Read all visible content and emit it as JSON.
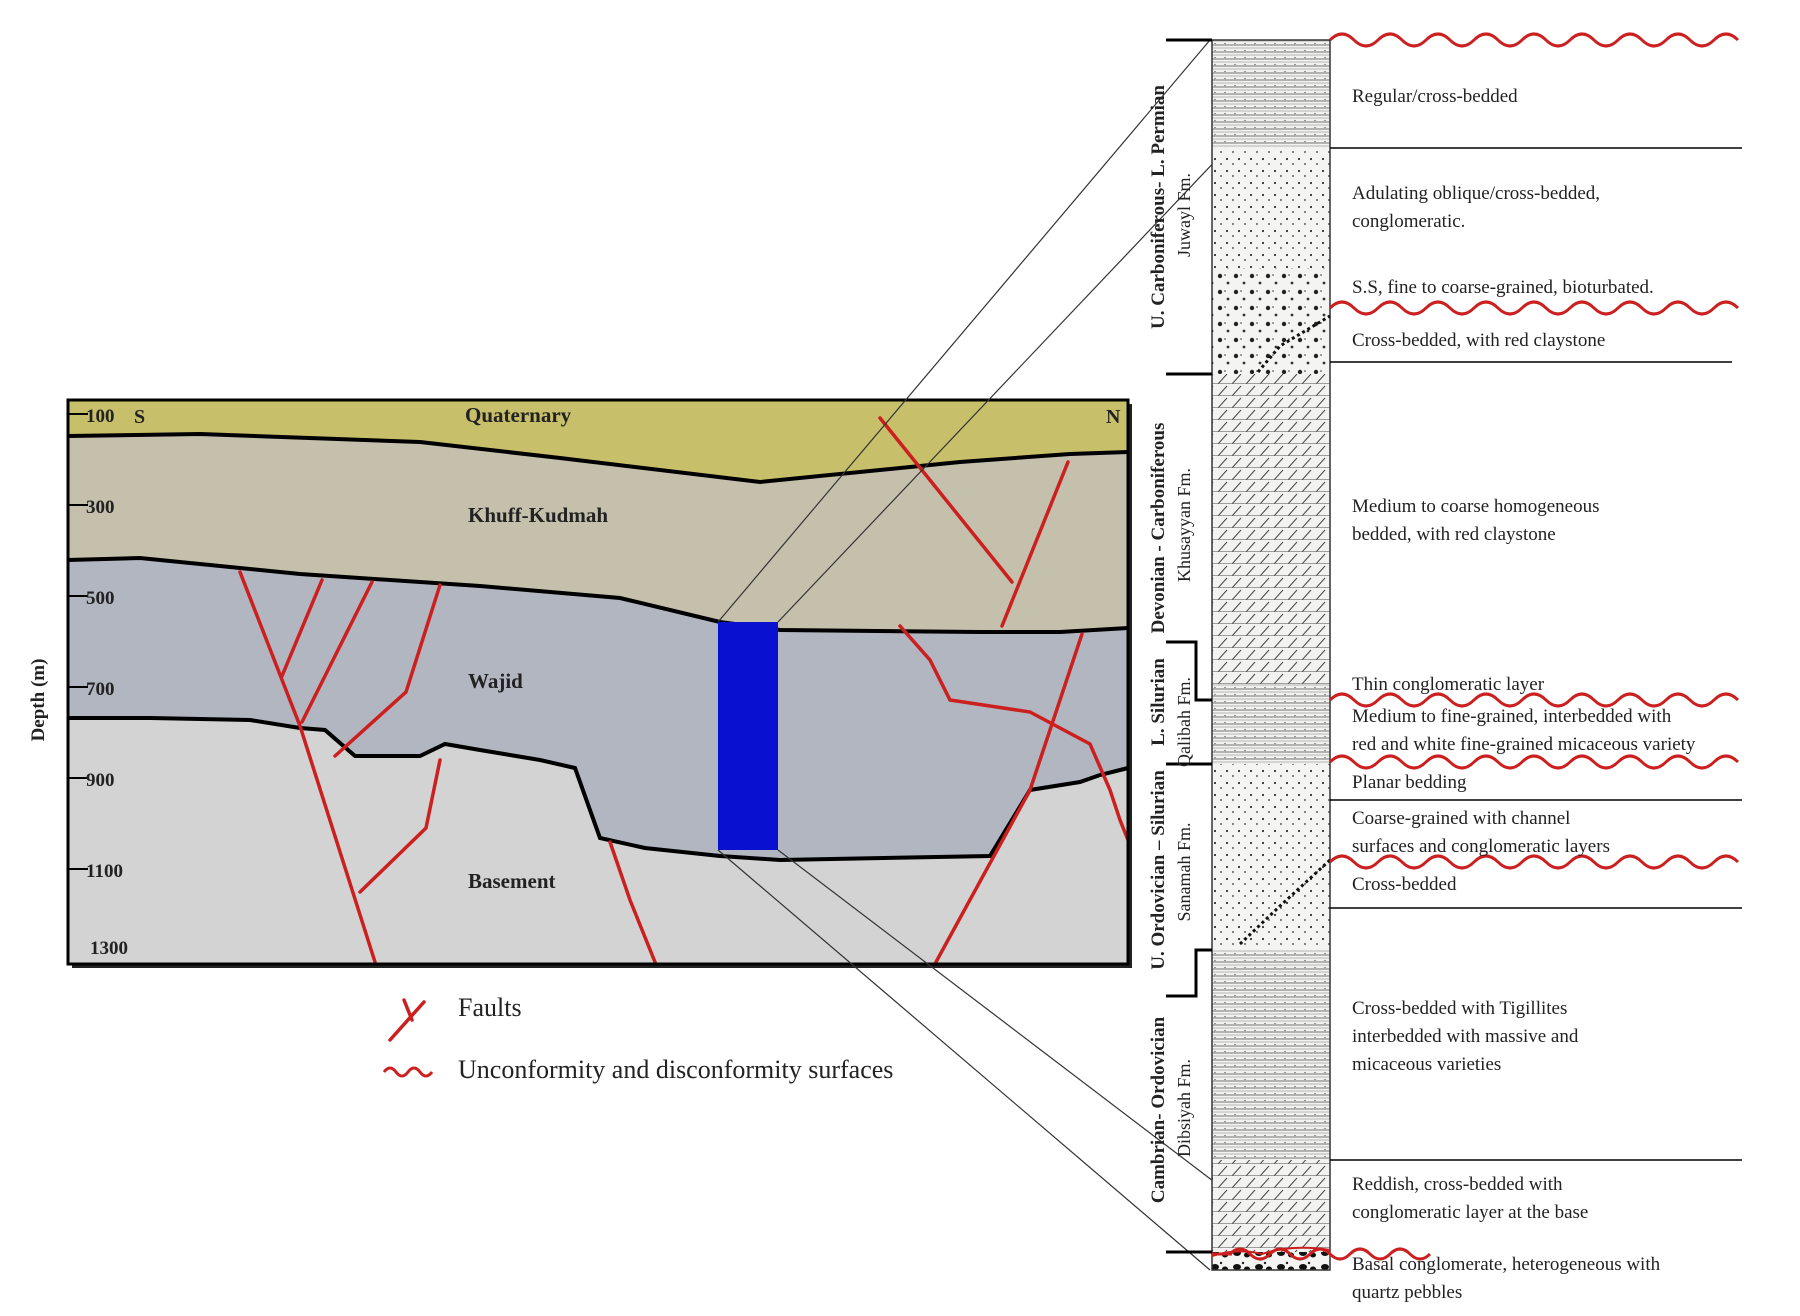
{
  "cross_section": {
    "depth_axis_label": "Depth (m)",
    "depth_ticks": [
      "100",
      "300",
      "500",
      "700",
      "900",
      "1100",
      "1300"
    ],
    "south_label": "S",
    "north_label": "N",
    "units": {
      "quaternary": "Quaternary",
      "khuff": "Khuff-Kudmah",
      "wajid": "Wajid",
      "basement": "Basement"
    },
    "colors": {
      "quaternary": "#c8bf6a",
      "khuff": "#c4c0ac",
      "wajid": "#b2b6c0",
      "basement": "#d2d2d2",
      "fault": "#cc1f1f",
      "section_bar": "#0a10d0"
    }
  },
  "legend": {
    "faults": "Faults",
    "unconformity": "Unconformity and disconformity surfaces"
  },
  "column": {
    "periods": [
      "U. Carboniferous- L. Permian",
      "Devonian - Carboniferous",
      "L. Silurian",
      "U. Ordovician – Silurian",
      "Cambrian- Ordovician"
    ],
    "formations": [
      "Juwayl Fm.",
      "Khusayyan Fm.",
      "Qalibah Fm.",
      "Sanamah Fm.",
      "Dibsiyah Fm."
    ],
    "descriptions": [
      [
        "Regular/cross-bedded"
      ],
      [
        "Adulating oblique/cross-bedded,",
        "conglomeratic."
      ],
      [
        "S.S, fine to coarse-grained, bioturbated."
      ],
      [
        "Cross-bedded, with red claystone"
      ],
      [
        "Medium      to      coarse      homogeneous",
        "bedded, with red claystone"
      ],
      [
        "Thin conglomeratic layer"
      ],
      [
        "Medium to fine-grained, interbedded with",
        "red and white fine-grained micaceous variety"
      ],
      [
        "Planar bedding"
      ],
      [
        "Coarse-grained        with        channel",
        "surfaces and conglomeratic layers"
      ],
      [
        "Cross-bedded"
      ],
      [
        "Cross-bedded       with       Tigillites",
        "interbedded    with    massive    and",
        "micaceous varieties"
      ],
      [
        "Reddish,       cross-bedded       with",
        "conglomeratic layer at the base"
      ],
      [
        "Basal  conglomerate,  heterogeneous  with",
        "quartz pebbles"
      ]
    ]
  }
}
